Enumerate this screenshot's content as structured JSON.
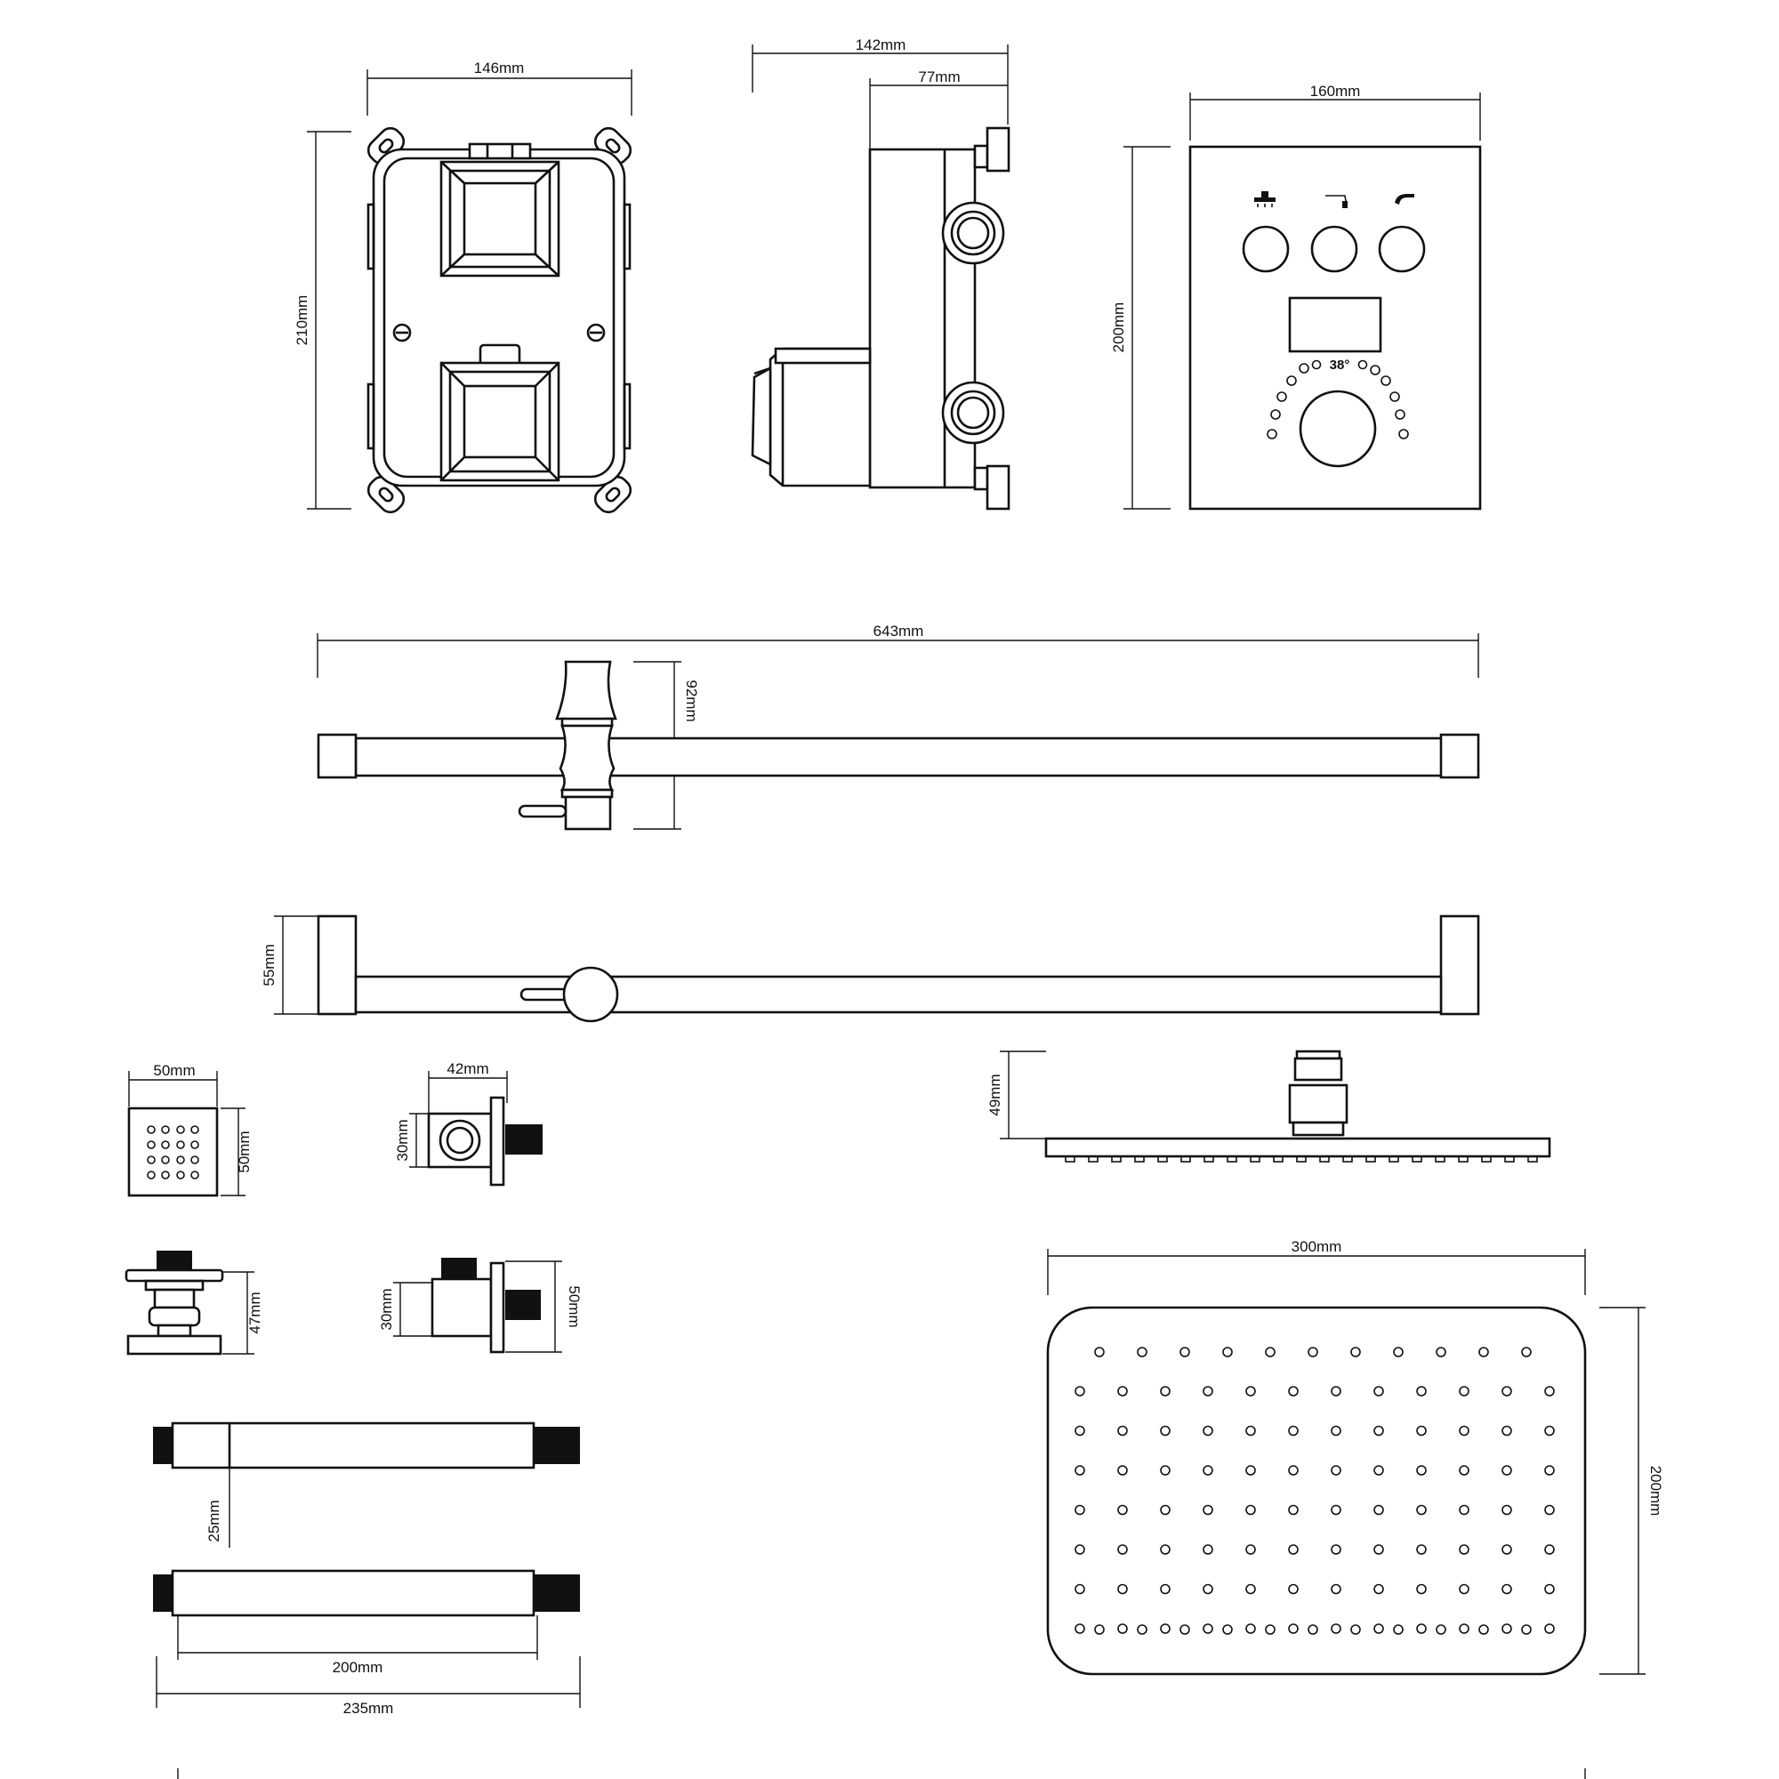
{
  "dimensions": {
    "valve_width": "146mm",
    "valve_height": "210mm",
    "valve_depth_total": "142mm",
    "valve_depth_body": "77mm",
    "plate_width": "160mm",
    "plate_height": "200mm",
    "rail_length": "643mm",
    "slider_height": "92mm",
    "rail_projection": "55mm",
    "jet_width": "50mm",
    "jet_height": "50mm",
    "elbow_width": "42mm",
    "elbow_height": "30mm",
    "jet_depth": "47mm",
    "outlet_height": "30mm",
    "outlet_plate": "50mm",
    "arm_diameter": "25mm",
    "arm_length": "200mm",
    "arm_total": "235mm",
    "head_thickness": "49mm",
    "head_width": "300mm",
    "head_height": "200mm"
  },
  "control_panel": {
    "temperature_readout": "38°"
  }
}
